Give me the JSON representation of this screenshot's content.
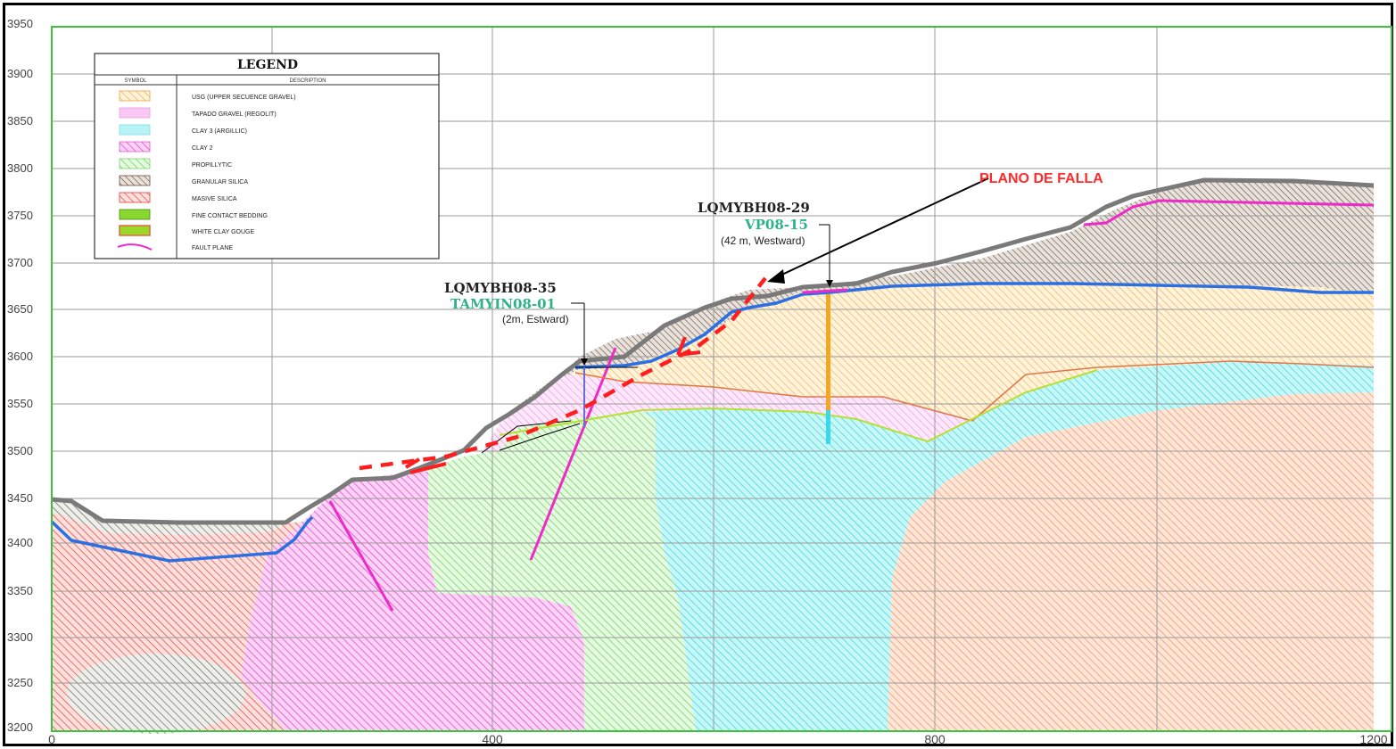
{
  "y_axis": {
    "ticks": [
      "3950",
      "3900",
      "3850",
      "3800",
      "3750",
      "3700",
      "3650",
      "3600",
      "3550",
      "3500",
      "3450",
      "3400",
      "3350",
      "3300",
      "3250",
      "3200"
    ]
  },
  "x_axis": {
    "ticks": [
      "0",
      "400",
      "800",
      "1200"
    ]
  },
  "legend": {
    "title": "LEGEND",
    "col_symbol": "SYMBOL",
    "col_description": "DESCRIPTION",
    "items": [
      {
        "label": "USG (UPPER SECUENCE GRAVEL)",
        "color": "#f5c78a"
      },
      {
        "label": "TAPADO GRAVEL (REGOLIT)",
        "color": "#f4b8f0"
      },
      {
        "label": "CLAY 3 (ARGILLIC)",
        "color": "#9ef0f2"
      },
      {
        "label": "CLAY 2",
        "color": "#f29ce6"
      },
      {
        "label": "PROPILLYTIC",
        "color": "#b9f0b0"
      },
      {
        "label": "GRANULAR SILICA",
        "color": "#a09a8a"
      },
      {
        "label": "MASIVE SILICA",
        "color": "#f0a9a0"
      },
      {
        "label": "FINE CONTACT BEDDING",
        "color": "#88d830"
      },
      {
        "label": "WHITE CLAY GOUGE",
        "color": "#9ad82a"
      },
      {
        "label": "FAULT PLANE",
        "color": "#ee2bc8"
      }
    ]
  },
  "annotations": {
    "fault_label": "PLANO DE FALLA",
    "bh1_id": "LQMYBH08-29",
    "bh1_sub": "VP08-15",
    "bh1_note": "(42 m, Westward)",
    "bh2_id": "LQMYBH08-35",
    "bh2_sub": "TAMYIN08-01",
    "bh2_note": "(2m, Estward)"
  },
  "colors": {
    "grid": "#9a9a9a",
    "plot_border": "#3ec13e",
    "topography": "#7a7a7a",
    "water_table": "#2c6fe0",
    "fault_dashed": "#ff1e1e"
  }
}
